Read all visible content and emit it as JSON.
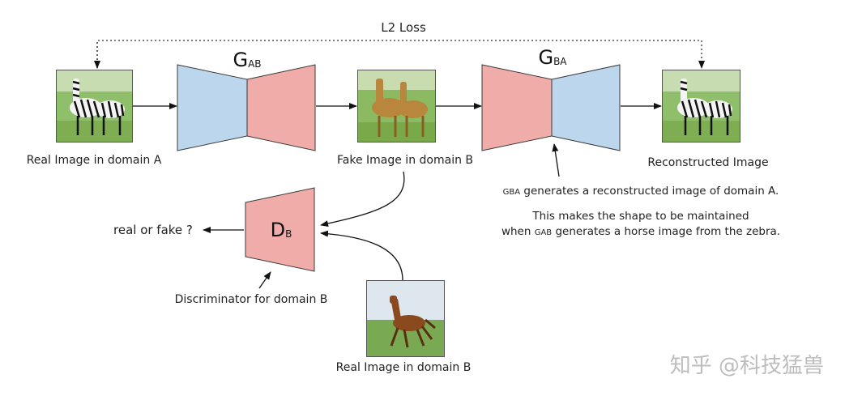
{
  "loss_label": "L2 Loss",
  "generator_ab": {
    "letter": "G",
    "subscript": "AB"
  },
  "generator_ba": {
    "letter": "G",
    "subscript": "BA"
  },
  "discriminator_b": {
    "letter": "D",
    "subscript": "B"
  },
  "labels": {
    "real_a": "Real Image in domain A",
    "fake_b": "Fake Image in domain B",
    "reconstructed": "Reconstructed Image",
    "real_b": "Real Image in domain B",
    "real_or_fake": "real or fake ?",
    "discriminator": "Discriminator for domain B"
  },
  "notes": {
    "line1_prefix": "GBA",
    "line1_text": " generates a reconstructed image of domain A.",
    "line2": "This makes the shape to be maintained",
    "line3_prefix": "when ",
    "line3_sub": "GAB",
    "line3_text": " generates a horse image from the zebra."
  },
  "colors": {
    "encoder_blue": "#bcd6ee",
    "decoder_pink": "#f0aca8",
    "outline": "#3a3a3a"
  },
  "watermark": "知乎 @科技猛兽"
}
